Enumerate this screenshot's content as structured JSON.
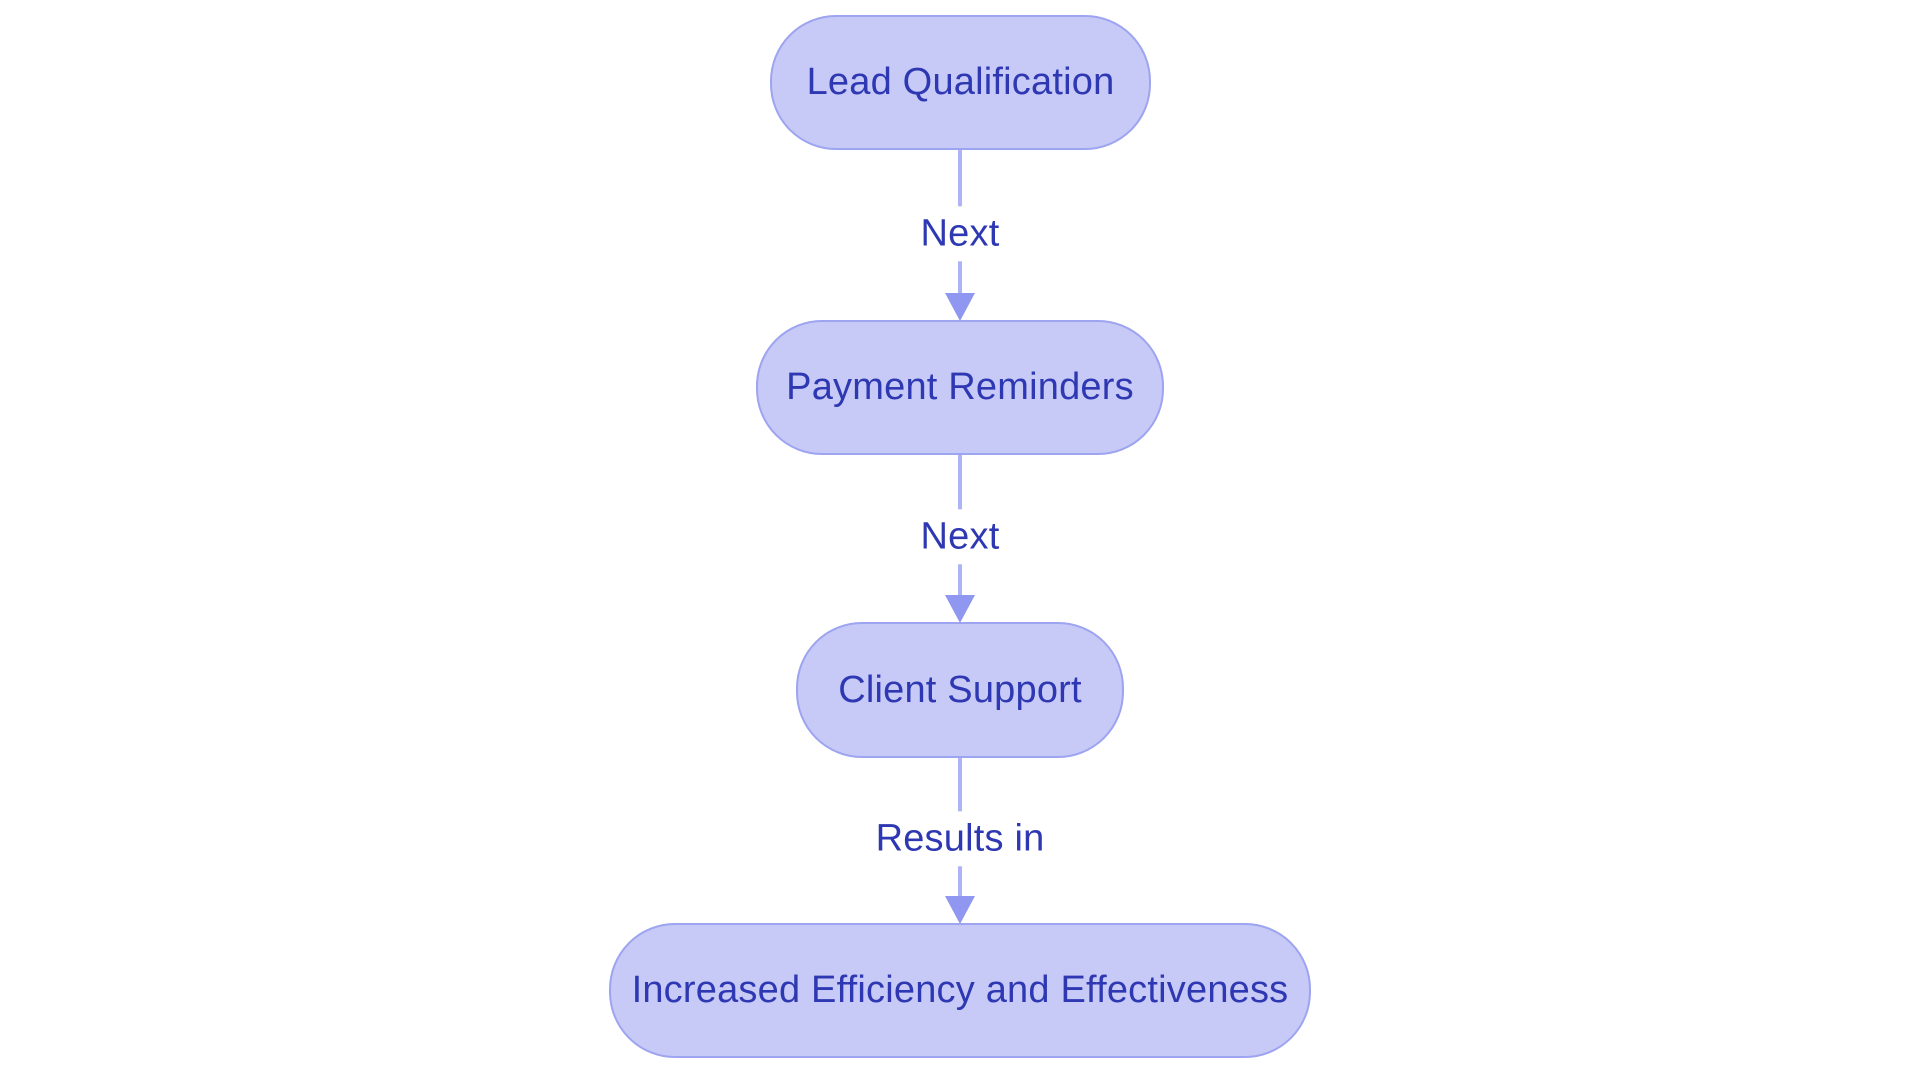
{
  "diagram": {
    "type": "flowchart",
    "direction": "top-down",
    "nodes": [
      {
        "id": "lead-qualification",
        "label": "Lead Qualification"
      },
      {
        "id": "payment-reminders",
        "label": "Payment Reminders"
      },
      {
        "id": "client-support",
        "label": "Client Support"
      },
      {
        "id": "increased-efficiency",
        "label": "Increased Efficiency and Effectiveness"
      }
    ],
    "edges": [
      {
        "from": "lead-qualification",
        "to": "payment-reminders",
        "label": "Next"
      },
      {
        "from": "payment-reminders",
        "to": "client-support",
        "label": "Next"
      },
      {
        "from": "client-support",
        "to": "increased-efficiency",
        "label": "Results in"
      }
    ],
    "colors": {
      "background": "#ffffff",
      "node_fill": "#c7c9f6",
      "node_border": "#9da4f0",
      "node_text": "#2d38b2",
      "edge_line": "#aeb3f5",
      "edge_arrowhead": "#9097f0",
      "edge_label_text": "#2d38b2",
      "edge_label_background": "#ffffff"
    }
  }
}
